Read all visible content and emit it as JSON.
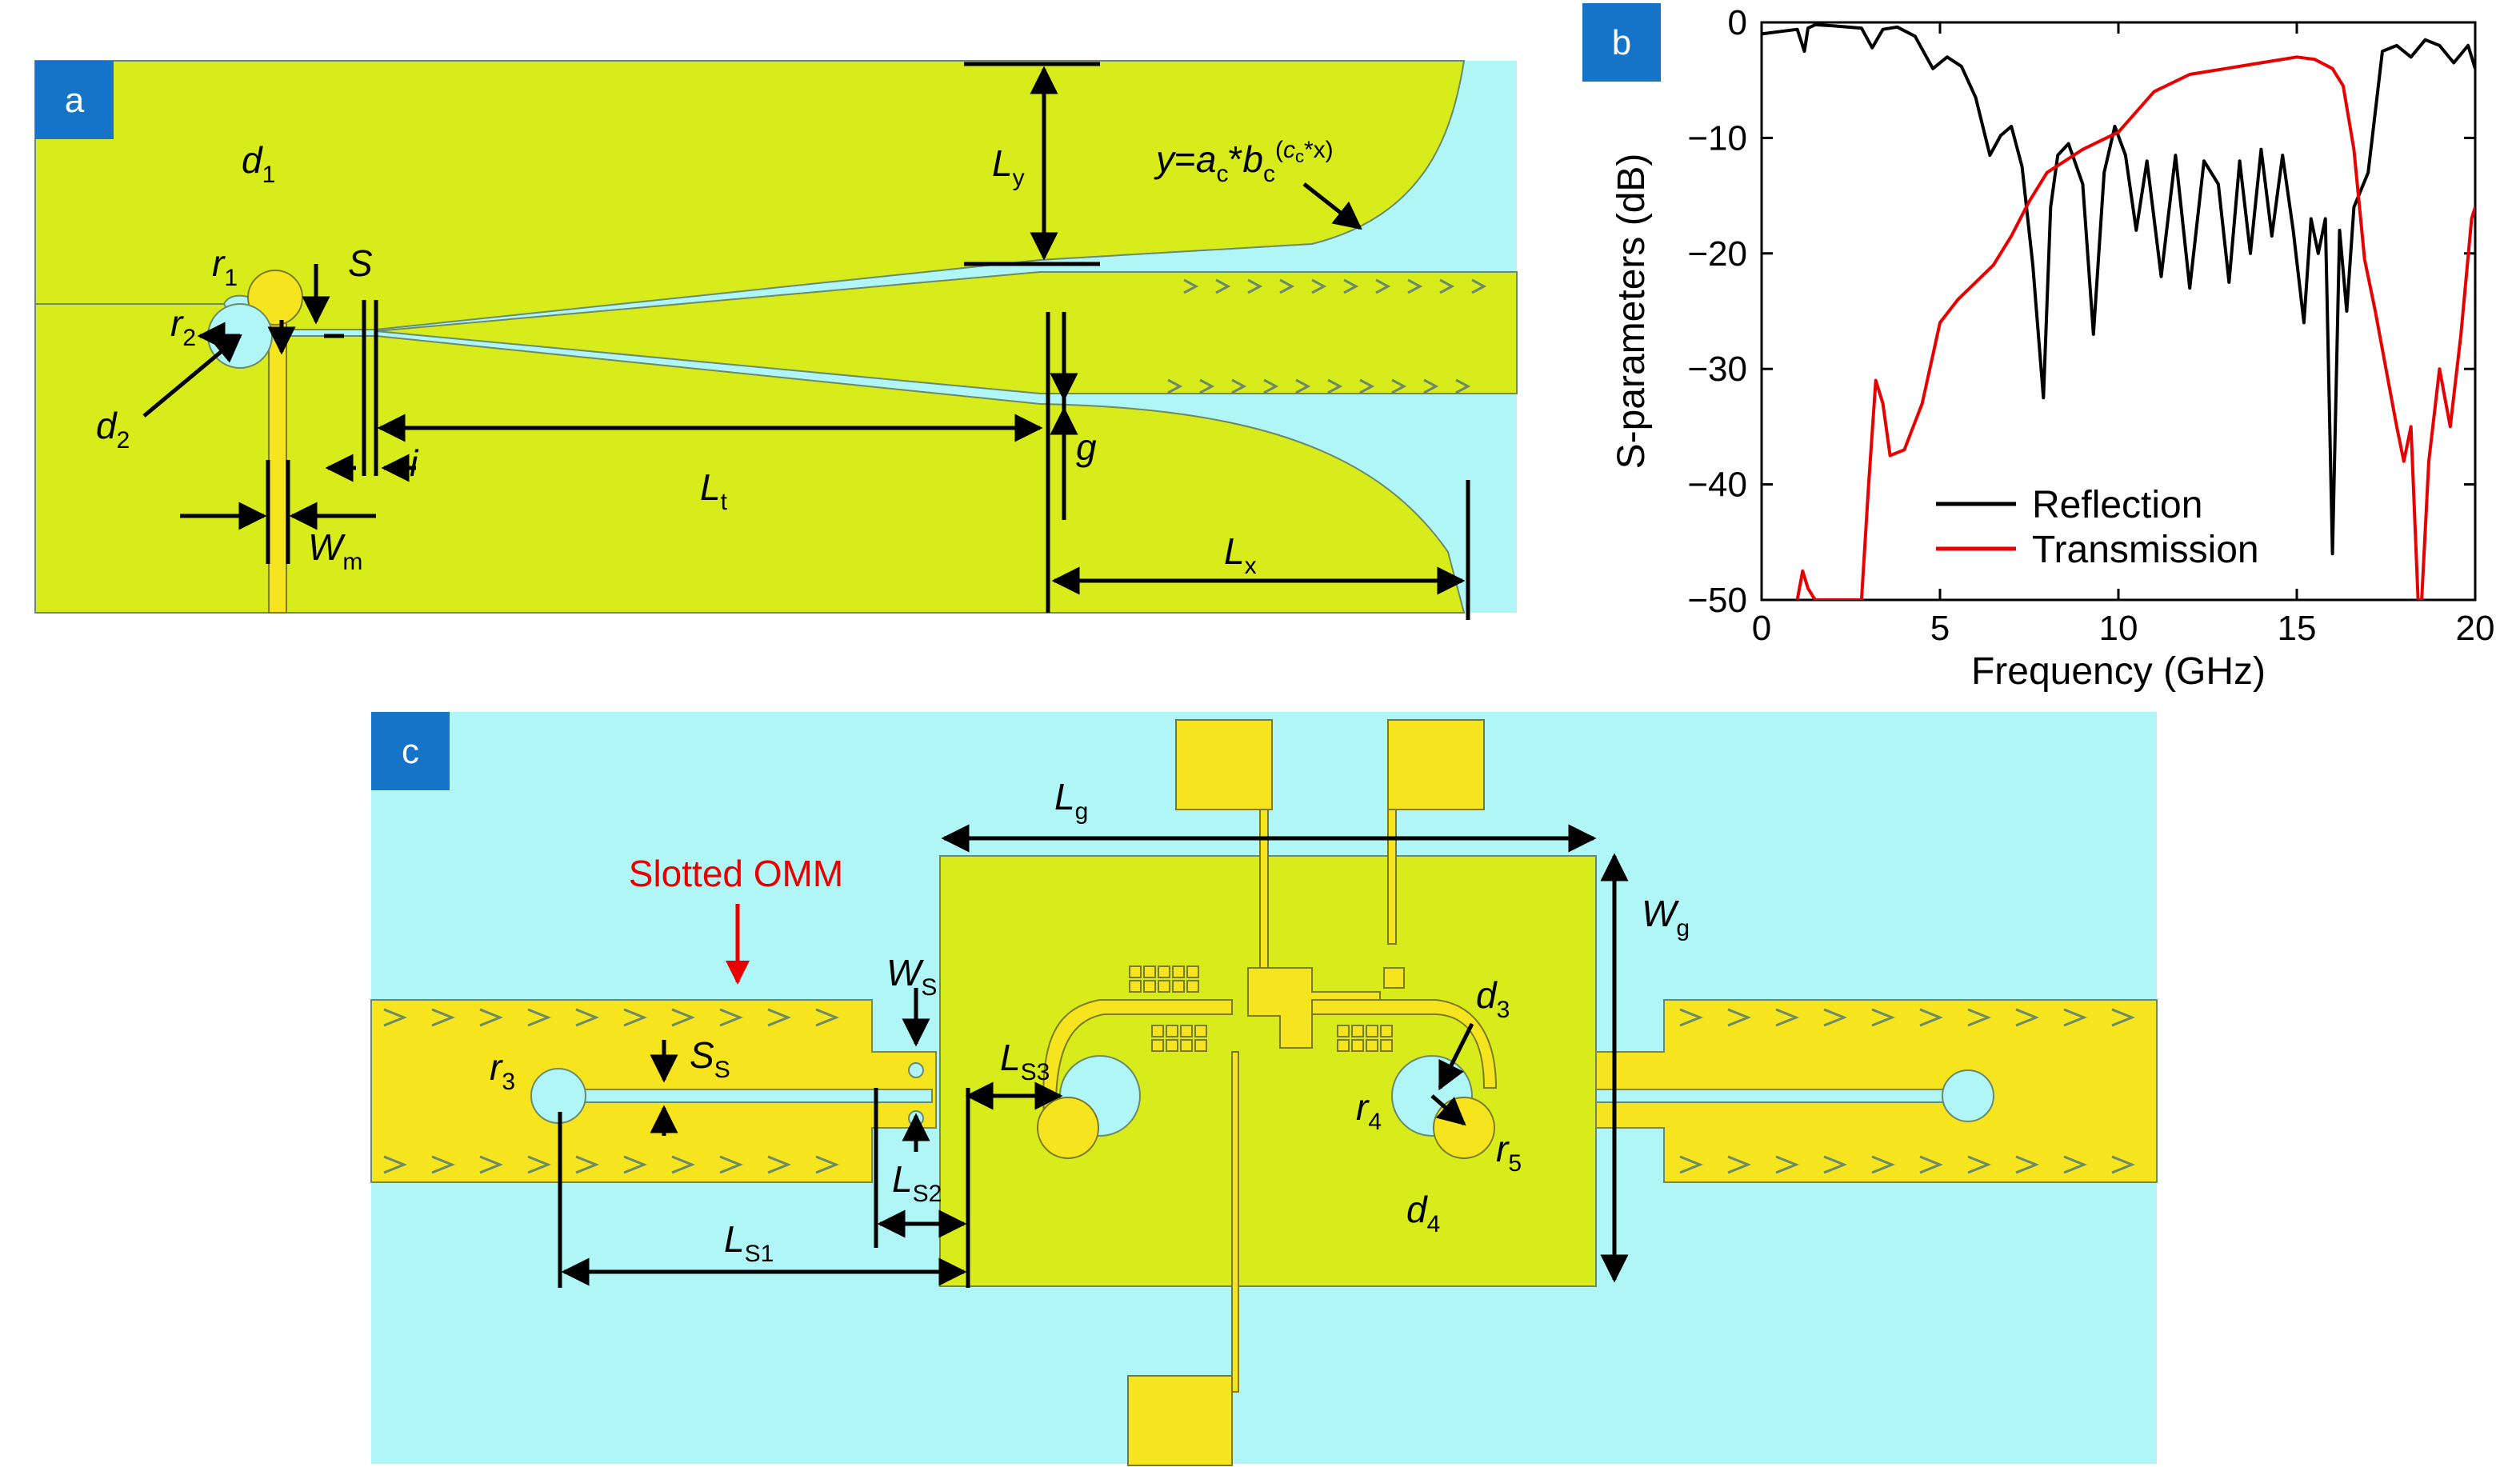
{
  "panels": {
    "a": {
      "tag": "a",
      "labels": {
        "d1": "d",
        "d1_sub": "1",
        "r1": "r",
        "r1_sub": "1",
        "r2": "r",
        "r2_sub": "2",
        "d2": "d",
        "d2_sub": "2",
        "S": "S",
        "i": "i",
        "Lt": "L",
        "Lt_sub": "t",
        "Ly": "L",
        "Ly_sub": "y",
        "g": "g",
        "Wm": "W",
        "Wm_sub": "m",
        "Lx": "L",
        "Lx_sub": "x",
        "eq_y": "y",
        "eq_mid": "=",
        "eq_a": "a",
        "eq_a_sub": "c",
        "eq_star": "*",
        "eq_b": "b",
        "eq_b_sub": "c",
        "eq_exp": "(",
        "eq_exp_c": "c",
        "eq_exp_c_sub": "c",
        "eq_exp_x": "*x)"
      }
    },
    "b": {
      "tag": "b",
      "legend": [
        "Reflection",
        "Transmission"
      ]
    },
    "c": {
      "tag": "c",
      "slotted_label": "Slotted OMM",
      "labels": {
        "Lg": "L",
        "Lg_sub": "g",
        "Wg": "W",
        "Wg_sub": "g",
        "Ws": "W",
        "Ws_sub": "S",
        "Ss": "S",
        "Ss_sub": "S",
        "Ls3": "L",
        "Ls3_sub": "S3",
        "Ls2": "L",
        "Ls2_sub": "S2",
        "Ls1": "L",
        "Ls1_sub": "S1",
        "r3": "r",
        "r3_sub": "3",
        "r4": "r",
        "r4_sub": "4",
        "r5": "r",
        "r5_sub": "5",
        "d3": "d",
        "d3_sub": "3",
        "d4": "d",
        "d4_sub": "4"
      }
    }
  },
  "colors": {
    "substrate": "#b0f6f6",
    "metal": "#d8ec1c",
    "metal_bright": "#f6e51e",
    "tag_bg": "#1573c8",
    "reflection": "#000000",
    "transmission": "#e80000",
    "annotation_red": "#e80000"
  },
  "chart_data": {
    "type": "line",
    "xlabel": "Frequency (GHz)",
    "ylabel": "S-parameters (dB)",
    "xlim": [
      0,
      20
    ],
    "ylim": [
      -50,
      0
    ],
    "xticks": [
      0,
      5,
      10,
      15,
      20
    ],
    "yticks": [
      0,
      -10,
      -20,
      -30,
      -40,
      -50
    ],
    "legend_position": "bottom-center",
    "grid": false,
    "series": [
      {
        "name": "Reflection",
        "color": "#000000",
        "x": [
          0,
          1.0,
          1.2,
          1.3,
          1.5,
          2.0,
          2.8,
          3.1,
          3.4,
          3.8,
          4.3,
          4.8,
          5.2,
          5.6,
          6.0,
          6.4,
          6.7,
          7.0,
          7.3,
          7.6,
          7.9,
          8.1,
          8.3,
          8.6,
          9.0,
          9.3,
          9.6,
          9.9,
          10.2,
          10.5,
          10.8,
          11.2,
          11.6,
          12.0,
          12.4,
          12.8,
          13.1,
          13.4,
          13.7,
          14.0,
          14.3,
          14.6,
          14.9,
          15.2,
          15.4,
          15.6,
          15.8,
          16.0,
          16.2,
          16.4,
          16.6,
          16.8,
          17.0,
          17.4,
          17.8,
          18.2,
          18.6,
          19.0,
          19.4,
          19.8,
          20.0
        ],
        "y": [
          -1.0,
          -0.6,
          -2.5,
          -0.5,
          -0.2,
          -0.3,
          -0.5,
          -2.2,
          -0.6,
          -0.4,
          -1.2,
          -4.0,
          -3.0,
          -3.8,
          -6.5,
          -11.5,
          -9.8,
          -9.0,
          -12.5,
          -21.0,
          -32.5,
          -16.0,
          -11.5,
          -10.5,
          -14.0,
          -27.0,
          -13.0,
          -9.0,
          -11.5,
          -18.0,
          -12.0,
          -22.0,
          -11.5,
          -23.0,
          -12.0,
          -14.0,
          -22.5,
          -12.0,
          -20.0,
          -11.0,
          -18.5,
          -11.5,
          -18.0,
          -26.0,
          -17.0,
          -20.0,
          -17.0,
          -46.0,
          -18.0,
          -25.0,
          -16.0,
          -14.5,
          -13.0,
          -2.5,
          -2.0,
          -3.0,
          -1.5,
          -2.0,
          -3.5,
          -2.0,
          -4.0
        ]
      },
      {
        "name": "Transmission",
        "color": "#e80000",
        "x": [
          1.0,
          1.15,
          1.3,
          1.5,
          2.8,
          3.0,
          3.2,
          3.4,
          3.6,
          4.0,
          4.5,
          5.0,
          5.5,
          6.0,
          6.5,
          7.0,
          7.5,
          8.0,
          8.5,
          9.0,
          10.0,
          11.0,
          12.0,
          13.0,
          14.0,
          15.0,
          15.5,
          16.0,
          16.3,
          16.6,
          16.9,
          17.2,
          17.5,
          17.8,
          18.0,
          18.2,
          18.4,
          18.5,
          18.7,
          19.0,
          19.3,
          19.6,
          19.9,
          20.0
        ],
        "y": [
          -50.0,
          -47.5,
          -49.0,
          -50.0,
          -50.0,
          -40.0,
          -31.0,
          -33.0,
          -37.5,
          -37.0,
          -33.0,
          -26.0,
          -24.0,
          -22.5,
          -21.0,
          -18.5,
          -15.5,
          -13.0,
          -12.0,
          -11.0,
          -9.5,
          -6.0,
          -4.5,
          -4.0,
          -3.5,
          -3.0,
          -3.2,
          -4.0,
          -5.5,
          -11.0,
          -20.5,
          -25.0,
          -30.0,
          -35.0,
          -38.0,
          -35.0,
          -50.0,
          -50.0,
          -38.0,
          -30.0,
          -35.0,
          -27.0,
          -17.0,
          -16.0
        ]
      }
    ]
  }
}
